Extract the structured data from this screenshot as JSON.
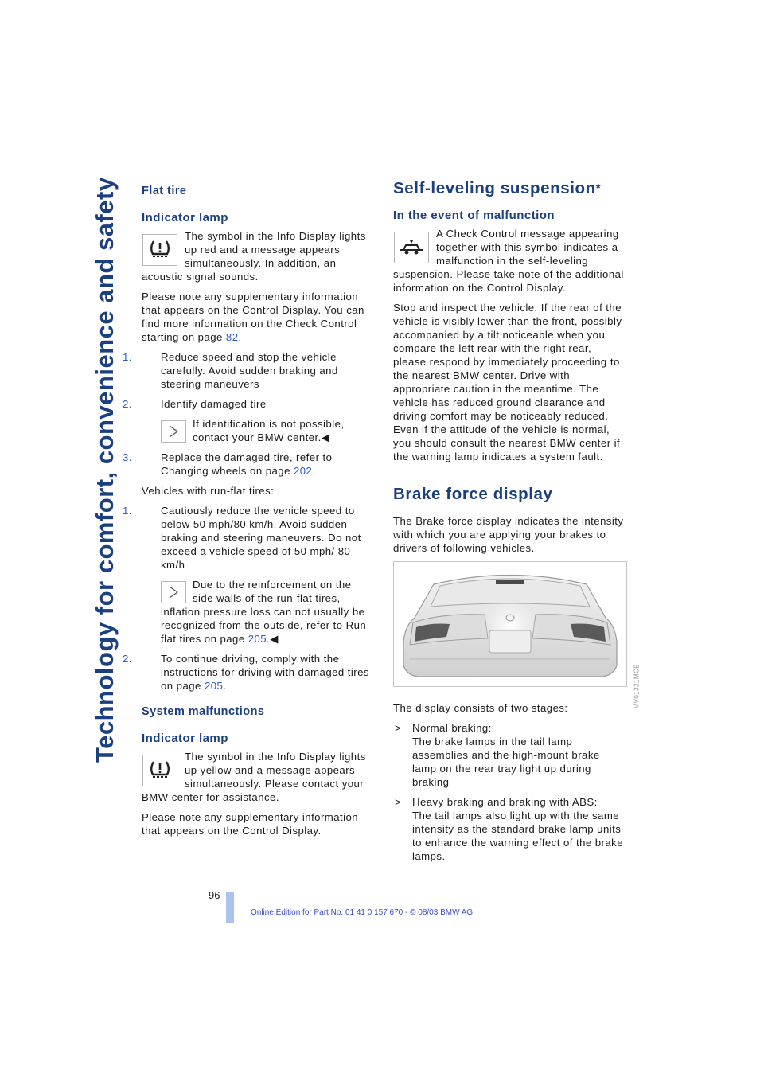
{
  "sidebar_title": "Technology for comfort, convenience and safety",
  "page_number": "96",
  "footer": "Online Edition for Part No. 01 41 0 157 670 - © 08/03 BMW AG",
  "left": {
    "flat_tire_heading": "Flat tire",
    "indicator_heading": "Indicator lamp",
    "indicator_text": "The symbol in the Info Display lights up red and a message appears simultaneously. In addition, an acoustic signal sounds.",
    "info_text": "Please note any supplementary information that appears on the Control Display. You can find more information on the Check Control starting on page",
    "info_page": "82",
    "step1_num": "1.",
    "step1": "Reduce speed and stop the vehicle carefully. Avoid sudden braking and steering maneuvers",
    "step2_num": "2.",
    "step2": "Identify damaged tire",
    "note1": "If identification is not possible, contact your BMW center.",
    "step3_num": "3.",
    "step3": "Replace the damaged tire, refer to Changing wheels on page",
    "step3_page": "202",
    "runflat_intro": "Vehicles with run-flat tires:",
    "rf1_num": "1.",
    "rf1": "Cautiously reduce the vehicle speed to below 50 mph/80 km/h. Avoid sudden braking and steering maneuvers. Do not exceed a vehicle speed of 50 mph/ 80 km/h",
    "note2": "Due to the reinforcement on the side walls of the run-flat tires, inflation pressure loss can not usually be recognized from the outside, refer to Run-flat tires on page",
    "note2_page": "205",
    "rf2_num": "2.",
    "rf2": "To continue driving, comply with the instructions for driving with damaged tires on page",
    "rf2_page": "205",
    "sys_heading": "System malfunctions",
    "indicator_heading2": "Indicator lamp",
    "indicator_text2": "The symbol in the Info Display lights up yellow and a message appears simultaneously. Please contact your BMW center for assistance.",
    "info_text2": "Please note any supplementary information that appears on the Control Display."
  },
  "right": {
    "self_heading": "Self-leveling suspension",
    "self_star": "*",
    "malfunction_heading": "In the event of malfunction",
    "malfunction_text": "A Check Control message appearing together with this symbol indicates a malfunction in the self-leveling suspension. Please take note of the additional information on the Control Display.",
    "stop_text": "Stop and inspect the vehicle. If the rear of the vehicle is visibly lower than the front, possibly accompanied by a tilt noticeable when you compare the left rear with the right rear, please respond by immediately proceeding to the nearest BMW center. Drive with appropriate caution in the meantime. The vehicle has reduced ground clearance and driving comfort may be noticeably reduced. Even if the attitude of the vehicle is normal, you should consult the nearest BMW center if the warning lamp indicates a system fault.",
    "brake_heading": "Brake force display",
    "brake_text": "The Brake force display indicates the intensity with which you are applying your brakes to drivers of following vehicles.",
    "image_code": "MV01321MCB",
    "stages_intro": "The display consists of two stages:",
    "b1_title": "Normal braking:",
    "b1_text": "The brake lamps in the tail lamp assemblies and the high-mount brake lamp on the rear tray light up during braking",
    "b2_title": "Heavy braking and braking with ABS:",
    "b2_text": "The tail lamps also light up with the same intensity as the standard brake lamp units to enhance the warning effect of the brake lamps."
  }
}
